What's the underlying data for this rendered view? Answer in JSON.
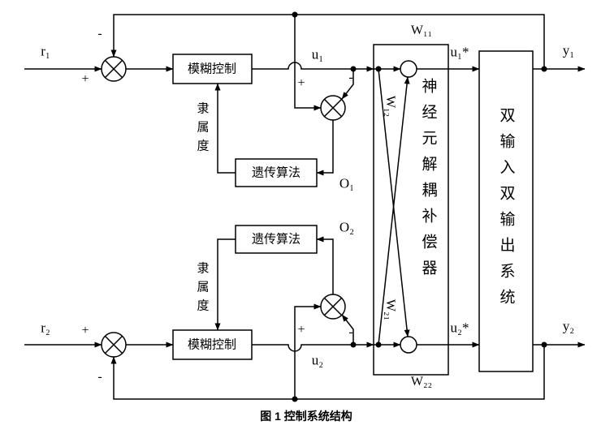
{
  "diagram": {
    "caption": "图 1 控制系统结构",
    "blocks": {
      "fuzzy_controller_1": "模糊控制",
      "fuzzy_controller_2": "模糊控制",
      "genetic_algorithm_1": "遗传算法",
      "genetic_algorithm_2": "遗传算法",
      "neuron_decoupling_compensator": "神经元解耦补偿器",
      "two_input_two_output_system": "双输入双输出系统"
    },
    "signals": {
      "r1": "r₁",
      "r2": "r₂",
      "u1": "u₁",
      "u2": "u₂",
      "u1_star": "u₁*",
      "u2_star": "u₂*",
      "y1": "y₁",
      "y2": "y₂",
      "o1": "O₁",
      "o2": "O₂"
    },
    "weights": {
      "w11": "W₁₁",
      "w12": "W₁₂",
      "w21": "W₂₁",
      "w22": "W₂₂"
    },
    "annotations": {
      "membership_degree": "隶属度",
      "plus": "+",
      "minus": "-"
    },
    "colors": {
      "line": "#000000",
      "background": "#ffffff"
    }
  }
}
